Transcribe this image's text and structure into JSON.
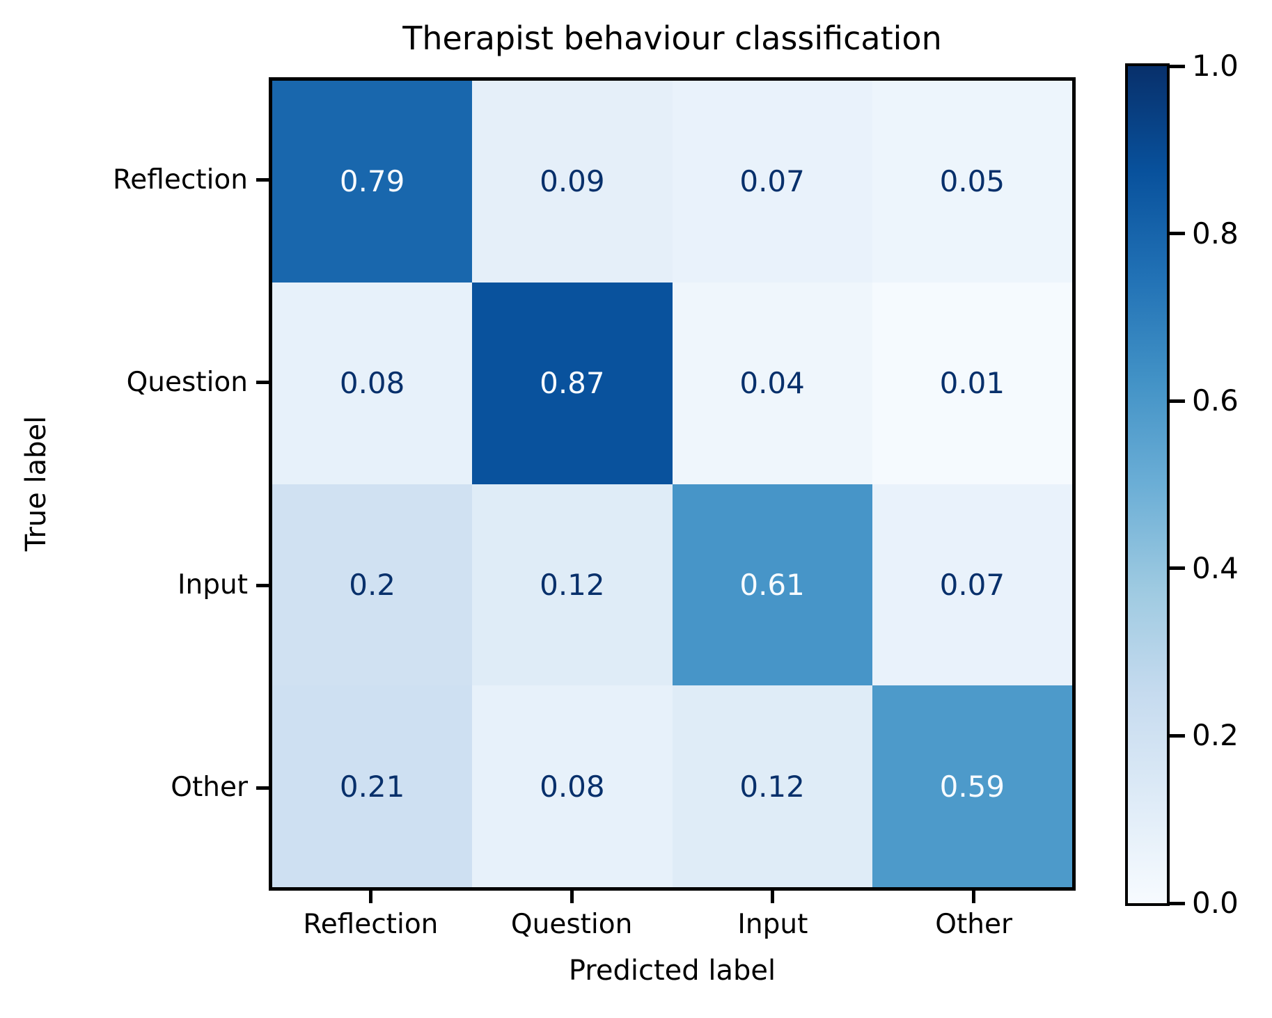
{
  "title": "Therapist behaviour classification",
  "axes": {
    "x_label": "Predicted label",
    "y_label": "True label",
    "x_ticks": [
      "Reflection",
      "Question",
      "Input",
      "Other"
    ],
    "y_ticks": [
      "Reflection",
      "Question",
      "Input",
      "Other"
    ]
  },
  "chart_data": {
    "type": "heatmap",
    "title": "Therapist behaviour classification",
    "xlabel": "Predicted label",
    "ylabel": "True label",
    "x_categories": [
      "Reflection",
      "Question",
      "Input",
      "Other"
    ],
    "y_categories": [
      "Reflection",
      "Question",
      "Input",
      "Other"
    ],
    "matrix": [
      [
        0.79,
        0.09,
        0.07,
        0.05
      ],
      [
        0.08,
        0.87,
        0.04,
        0.01
      ],
      [
        0.2,
        0.12,
        0.61,
        0.07
      ],
      [
        0.21,
        0.08,
        0.12,
        0.59
      ]
    ],
    "cell_labels": [
      [
        "0.79",
        "0.09",
        "0.07",
        "0.05"
      ],
      [
        "0.08",
        "0.87",
        "0.04",
        "0.01"
      ],
      [
        "0.2",
        "0.12",
        "0.61",
        "0.07"
      ],
      [
        "0.21",
        "0.08",
        "0.12",
        "0.59"
      ]
    ],
    "colormap": "Blues",
    "vmin": 0.0,
    "vmax": 1.0,
    "colorbar_ticks": [
      "1.0",
      "0.8",
      "0.6",
      "0.4",
      "0.2",
      "0.0"
    ],
    "colorbar_position": "right",
    "grid": false
  },
  "colors": {
    "blues_stops": [
      "#f7fbff",
      "#deebf7",
      "#c6dbef",
      "#9ecae1",
      "#6baed6",
      "#4292c6",
      "#2171b5",
      "#08519c",
      "#08306b"
    ],
    "cell_text_dark": "#08306b",
    "cell_text_light": "#f7fbff",
    "spine": "#000000",
    "background": "#ffffff"
  },
  "text_threshold": 0.44
}
